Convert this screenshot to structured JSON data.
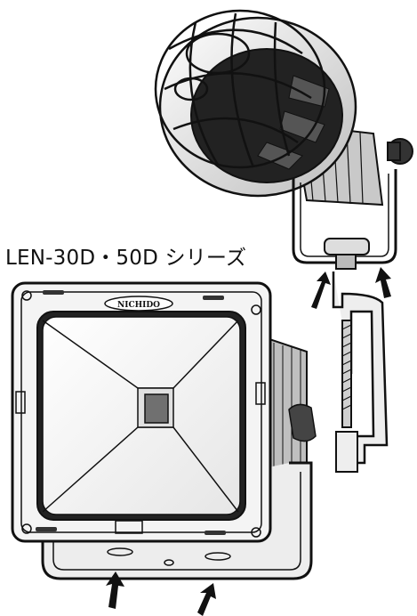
{
  "series_label": "LEN-30D・50D シリーズ",
  "brand_badge": "NICHIDO",
  "colors": {
    "ink": "#111111",
    "metal_light": "#d6d6d6",
    "metal_mid": "#9a9a9a",
    "led_chip": "#707070",
    "background": "#ffffff"
  },
  "icons": [
    "arrow-icon",
    "cage-lamp-illustration",
    "floodlight-illustration",
    "clamp-illustration"
  ]
}
